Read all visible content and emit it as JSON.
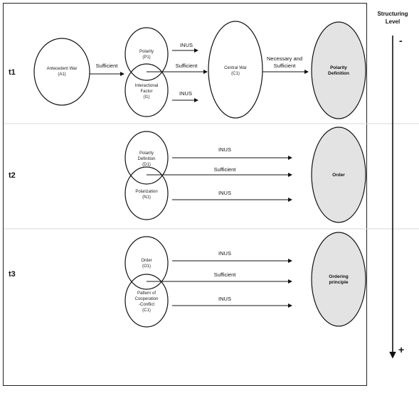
{
  "rows": [
    {
      "label": "t1"
    },
    {
      "label": "t2"
    },
    {
      "label": "t3"
    }
  ],
  "scale": {
    "title_line1": "Structuring",
    "title_line2": "Level",
    "minus": "-",
    "plus": "+"
  },
  "colors": {
    "outcome_fill": "#e3e3e3",
    "stroke": "#111111",
    "frame": "#222222",
    "divider": "#d9d9d9"
  },
  "nodes": {
    "antecedent_war": [
      "Antecedent War",
      "(A1)"
    ],
    "polarity_p1": [
      "Polarity",
      "(P1)"
    ],
    "interactional_factor": [
      "Interactional",
      "Factor",
      "(I1)"
    ],
    "central_war": [
      "Central War",
      "(C1)"
    ],
    "polarity_definition_t1": [
      "Polarity",
      "Definition"
    ],
    "polarity_definition_d1": [
      "Polarity",
      "Definition",
      "(D1)"
    ],
    "polarization": [
      "Polarization",
      "(N1)"
    ],
    "order_t2": [
      "Order"
    ],
    "order_o1": [
      "Order",
      "(O1)"
    ],
    "pattern": [
      "Pattern of",
      "Cooperation",
      "-Conflict",
      "(C1)"
    ],
    "ordering_principle": [
      "Ordering",
      "principle"
    ]
  },
  "edges": {
    "a1_to_cluster": "Sufficient",
    "t1_inus_top": "INUS",
    "t1_sufficient": "Sufficient",
    "t1_inus_bottom": "INUS",
    "c1_to_outcome": [
      "Necessary and",
      "Sufficient"
    ],
    "t2_inus_top": "INUS",
    "t2_sufficient": "Sufficient",
    "t2_inus_bottom": "INUS",
    "t3_inus_top": "INUS",
    "t3_sufficient": "Sufficient",
    "t3_inus_bottom": "INUS"
  }
}
